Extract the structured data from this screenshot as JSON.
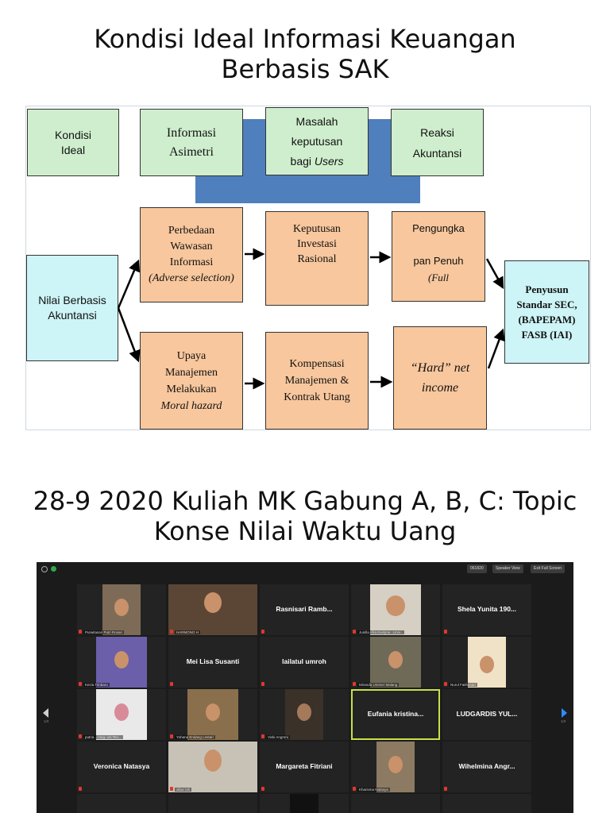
{
  "slide1": {
    "title_line1": "Kondisi Ideal Informasi Keuangan",
    "title_line2": "Berbasis SAK"
  },
  "diagram": {
    "kondisi_ideal": "Kondisi Ideal",
    "informasi_asimetri": "Informasi Asimetri",
    "masalah": "Masalah keputusan bagi",
    "masalah_users": "Users",
    "reaksi": "Reaksi Akuntansi",
    "nilai": "Nilai Berbasis Akuntansi",
    "perbedaan": "Perbedaan Wawasan Informasi",
    "adverse": "(Adverse selection)",
    "keputusan": "Keputusan Investasi Rasional",
    "pengungkapan_1": "Pengungka",
    "pengungkapan_2": "pan Penuh",
    "pengungkapan_3": "(Full",
    "upaya": "Upaya Manajemen Melakukan",
    "moral": "Moral hazard",
    "kompensasi": "Kompensasi Manajemen & Kontrak Utang",
    "hard": "“Hard” net income",
    "penyusun": "Penyusun Standar SEC, (BAPEPAM) FASB (IAI)"
  },
  "slide2": {
    "title_line1": "28-9 2020 Kuliah MK Gabung A, B, C: Topic",
    "title_line2": "Konse Nilai Waktu Uang"
  },
  "zoom": {
    "top_buttons": [
      "061820",
      "Speaker View",
      "Exit Full Screen"
    ],
    "page_left": "1/3",
    "page_right": "1/3",
    "tiles": [
      {
        "label": "Purwitasari Putri Rosari",
        "type": "video"
      },
      {
        "label": "HARMONO H",
        "type": "video"
      },
      {
        "label": "Rasnisari Ramb...",
        "type": "name"
      },
      {
        "label": "Junilla Afra Evelyne...Univ...",
        "type": "video"
      },
      {
        "label": "Shela Yunita 190...",
        "type": "name"
      },
      {
        "label": "Kezia Timbaro",
        "type": "video"
      },
      {
        "label": "Mei Lisa Susanti",
        "type": "name"
      },
      {
        "label": "lailatul umroh",
        "type": "name"
      },
      {
        "label": "Miranda Ummer Malang",
        "type": "video"
      },
      {
        "label": "Nurul Fatihasari",
        "type": "video"
      },
      {
        "label": "putria ...meg. uni Ten...",
        "type": "video"
      },
      {
        "label": "Yohana Endang Lestari",
        "type": "video"
      },
      {
        "label": "Vivki Angreni",
        "type": "video"
      },
      {
        "label": "Eufania kristina...",
        "type": "name"
      },
      {
        "label": "LUDGARDIS YUL...",
        "type": "name"
      },
      {
        "label": "Veronica Natasya",
        "type": "name"
      },
      {
        "label": "albar lah",
        "type": "video"
      },
      {
        "label": "Margareta Fitriani",
        "type": "name"
      },
      {
        "label": "Kharisma Natasya",
        "type": "video"
      },
      {
        "label": "Wihelmina Angr...",
        "type": "name"
      }
    ]
  }
}
